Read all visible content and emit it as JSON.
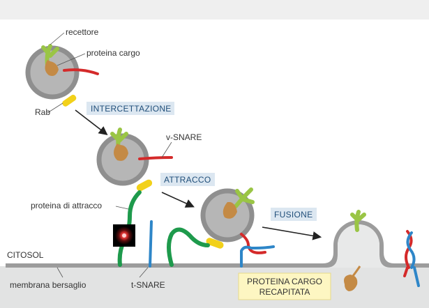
{
  "labels": {
    "recettore": "recettore",
    "proteina_cargo": "proteina cargo",
    "rab": "Rab",
    "v_snare": "v-SNARE",
    "proteina_attracco": "proteina di attracco",
    "citosol": "CITOSOL",
    "membrana": "membrana bersaglio",
    "t_snare": "t-SNARE"
  },
  "steps": {
    "intercettazione": "INTERCETTAZIONE",
    "attracco": "ATTRACCO",
    "fusione": "FUSIONE"
  },
  "result_box": {
    "line1": "PROTEINA CARGO",
    "line2": "RECAPITATA"
  },
  "colors": {
    "v_snare": "#d42a2a",
    "t_snare": "#2e86c8",
    "docking": "#1e9a4c",
    "rab": "#f2d11a",
    "receptor": "#9ac545",
    "cargo": "#c48a45",
    "vesicle": "#b6b6b6",
    "membrane": "#9c9c9c",
    "cytosol_bg": "#e2e3e3",
    "step_box": "#dce7f1",
    "result_box": "#fdf6c2"
  }
}
